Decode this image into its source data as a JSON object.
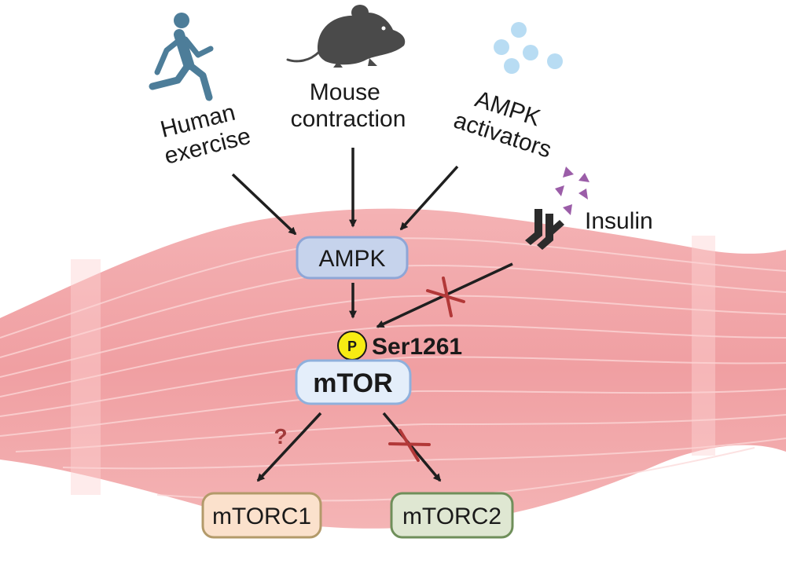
{
  "inputs": {
    "human_exercise": [
      "Human",
      "exercise"
    ],
    "mouse_contraction": [
      "Mouse",
      "contraction"
    ],
    "ampk_activators": [
      "AMPK",
      "activators"
    ],
    "insulin": "Insulin"
  },
  "nodes": {
    "ampk": "AMPK",
    "mtor": "mTOR",
    "phospho_symbol": "P",
    "phospho_site": "Ser1261",
    "mtorc1": "mTORC1",
    "mtorc2": "mTORC2"
  },
  "annotations": {
    "unknown_mark": "?"
  },
  "colors": {
    "muscle": "#f2a9ab",
    "muscle_stripe": "#fbd6d6",
    "ampk_fill": "#c6d3ec",
    "ampk_stroke": "#8fa6d6",
    "mtor_fill": "#e4eefa",
    "mtor_stroke": "#8fb0dc",
    "mtorc1_fill": "#fbe1cc",
    "mtorc1_stroke": "#b39a6a",
    "mtorc2_fill": "#dfe7d2",
    "mtorc2_stroke": "#6f8f5a",
    "phospho": "#f7ec13",
    "inhibit_mark": "#b23838",
    "question_mark": "#a23a3a",
    "runner": "#4d7d99",
    "mouse": "#4a4a4a",
    "activator_dots": "#b8dcf3",
    "insulin_dots": "#9b5da8",
    "arrow": "#1f1f1f"
  }
}
